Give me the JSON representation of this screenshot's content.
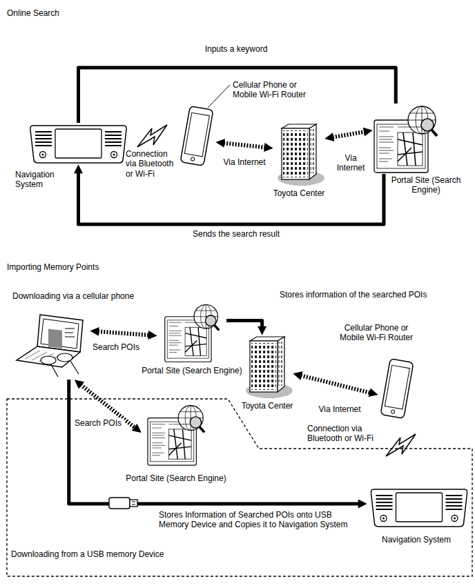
{
  "diagram": {
    "nodes": [
      {
        "text": [
          "Navigation System"
        ]
      },
      {
        "text": [
          "Cellular Phone or Mobile Wi-Fi Router"
        ]
      },
      {
        "text": [
          "Toyota Center"
        ]
      },
      {
        "text": [
          "Portal Site (Search Engine)"
        ]
      },
      {
        "text": [
          "Downloading via a cellular phone"
        ]
      },
      {
        "text": [
          "Portal Site (Search Engine)"
        ]
      },
      {
        "text": [
          "Toyota Center"
        ]
      },
      {
        "text": [
          "Cellular Phone or Mobile Wi-Fi Router"
        ]
      },
      {
        "text": [
          "Downloading from a USB memory Device"
        ]
      },
      {
        "text": [
          "Portal Site (Search Engine)"
        ],
        "in": 8
      },
      {
        "text": [
          "Navigation System"
        ],
        "in": 8
      }
    ],
    "edges": [
      {
        "from": 0,
        "to": 3,
        "arrow": "none",
        "label": "Inputs a keyword"
      },
      {
        "from": 3,
        "to": 0,
        "arrow": "to",
        "label": "Sends the search result"
      },
      {
        "from": 1,
        "to": 2,
        "arrow": "both",
        "label": "Via Internet"
      },
      {
        "from": 2,
        "to": 3,
        "arrow": "both",
        "label": "Via Internet"
      },
      {
        "from": 4,
        "to": 5,
        "arrow": "both",
        "label": "Search POIs"
      },
      {
        "from": 4,
        "to": 9,
        "arrow": "both",
        "label": "Search POIs"
      },
      {
        "from": 5,
        "to": 6,
        "arrow": "to"
      },
      {
        "from": 6,
        "to": 7,
        "arrow": "both",
        "label": "Via Internet"
      },
      {
        "from": 4,
        "to": 10,
        "arrow": "to",
        "label": "Stores Information of Searched POIs onto USB Memory Device and Copies it to Navigation System"
      }
    ],
    "labels": [
      "Online Search",
      "Importing Memory Points",
      "Connection via Bluetooth or Wi-Fi",
      "Stores information of the searched POIs",
      "Connection via Bluetooth or Wi-Fi"
    ]
  }
}
